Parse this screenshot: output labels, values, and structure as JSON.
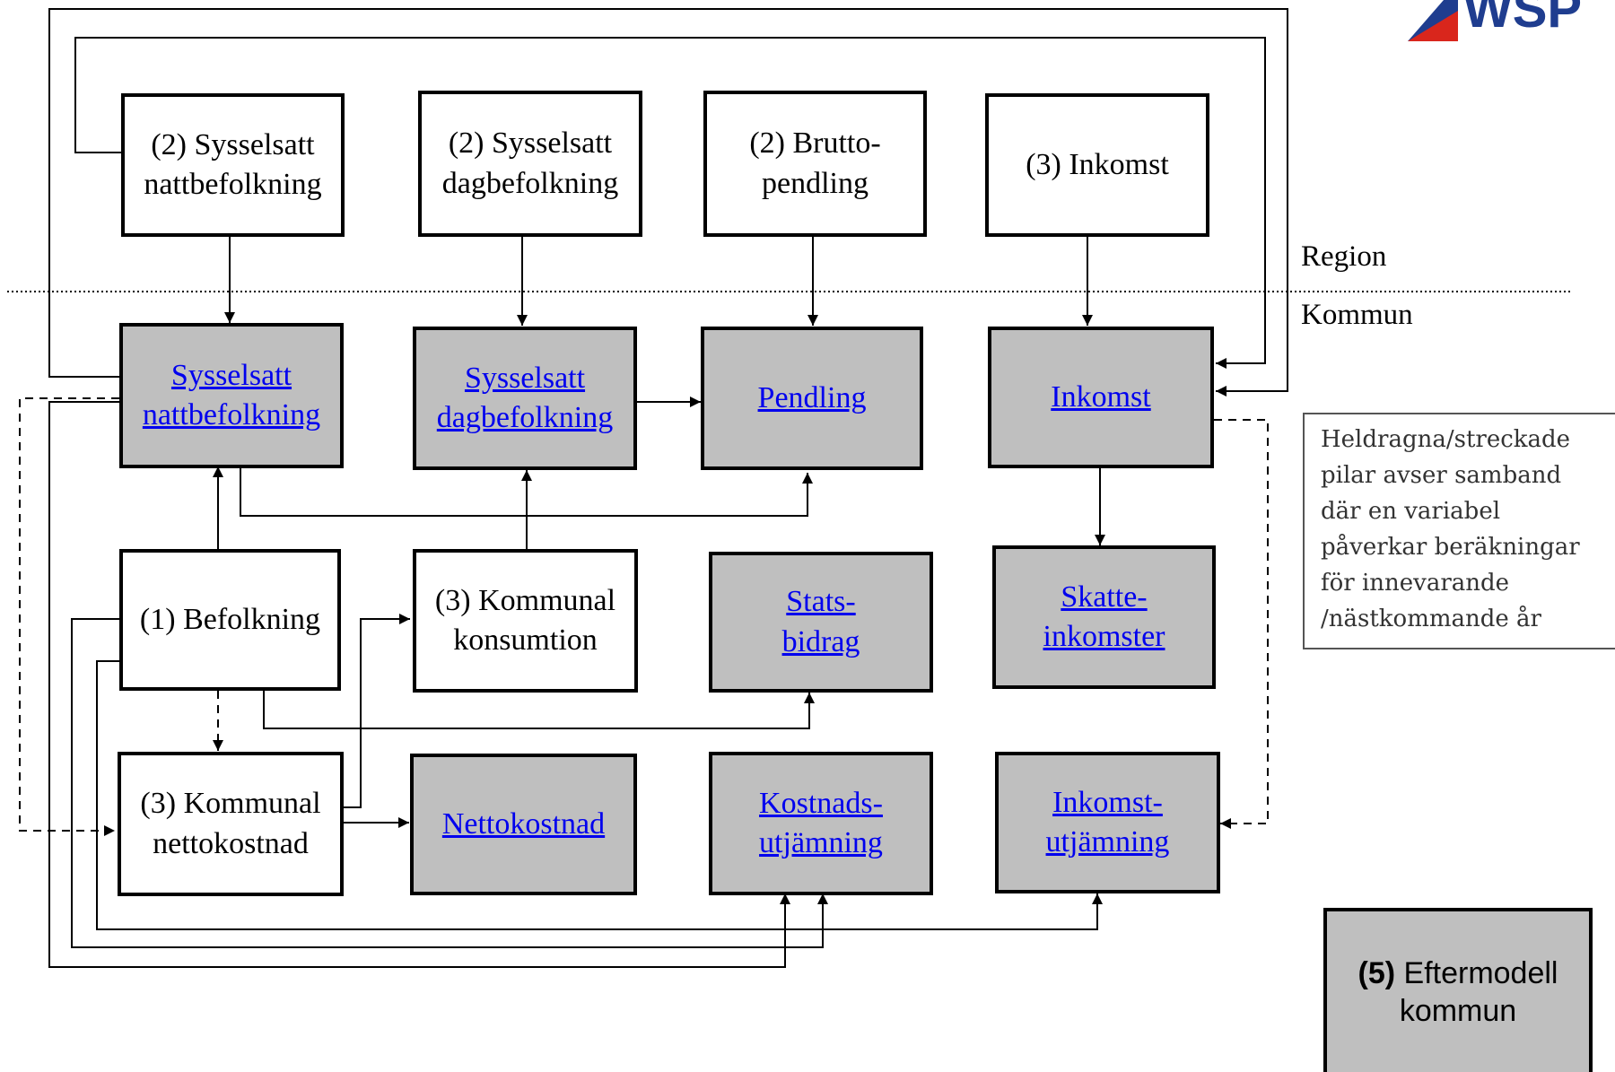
{
  "logo": {
    "text": "WSP",
    "color": "#1f3d8f",
    "accent": "#d9261c"
  },
  "labels": {
    "region": "Region",
    "kommun": "Kommun"
  },
  "region_boxes": {
    "sysselsatt_natt": [
      "(2) Sysselsatt",
      "nattbefolkning"
    ],
    "sysselsatt_dag": [
      "(2) Sysselsatt",
      "dagbefolkning"
    ],
    "bruttopendling": [
      "(2) Brutto-",
      "pendling"
    ],
    "inkomst": [
      "(3) Inkomst"
    ]
  },
  "kommun_boxes": {
    "sysselsatt_natt": [
      "Sysselsatt",
      "nattbefolkning"
    ],
    "sysselsatt_dag": [
      "Sysselsatt",
      "dagbefolkning"
    ],
    "pendling": [
      "Pendling"
    ],
    "inkomst": [
      "Inkomst"
    ],
    "befolkning": [
      "(1) Befolkning"
    ],
    "kommunal_konsumtion": [
      "(3) Kommunal",
      "konsumtion"
    ],
    "statsbidrag": [
      "Stats-",
      "bidrag"
    ],
    "skatteinkomster": [
      "Skatte-",
      "inkomster"
    ],
    "kommunal_nettokostnad": [
      "(3) Kommunal",
      "nettokostnad"
    ],
    "nettokostnad": [
      "Nettokostnad"
    ],
    "kostnadsutjamning": [
      "Kostnads-",
      "utjämning"
    ],
    "inkomstutjamning": [
      "Inkomst-",
      "utjämning"
    ]
  },
  "note": [
    "Heldragna/streckade",
    "pilar avser samband",
    "där en variabel",
    "påverkar beräkningar",
    "för innevarande",
    "/nästkommande år"
  ],
  "eftermodell": {
    "number": "(5)",
    "line1": "Eftermodell",
    "line2": "kommun"
  },
  "colors": {
    "box_grey": "#bfbfbf",
    "link": "#0000ee"
  }
}
